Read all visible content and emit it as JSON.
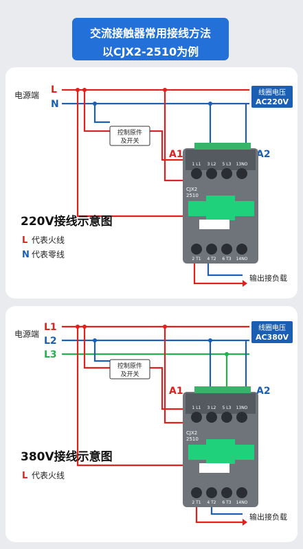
{
  "title": {
    "line1": "交流接触器常用接线方法",
    "line2": "以CJX2-2510为例"
  },
  "panel_220": {
    "source_label": "电源端",
    "line_L": "L",
    "line_N": "N",
    "coil_voltage_label": "线圈电压",
    "coil_voltage_value": "AC220V",
    "control_label_1": "控制原件",
    "control_label_2": "及开关",
    "a1": "A1",
    "a2": "A2",
    "model_1": "CJX2",
    "model_2": "2510",
    "top_terminals": [
      "1 L1",
      "3 L2",
      "5 L3",
      "13NO"
    ],
    "bottom_terminals": [
      "2 T1",
      "4 T2",
      "6 T3",
      "14NO"
    ],
    "diagram_title": "220V接线示意图",
    "legend_L_key": "L",
    "legend_L_text": "代表火线",
    "legend_N_key": "N",
    "legend_N_text": "代表零线",
    "output_label": "输出接负载"
  },
  "panel_380": {
    "source_label": "电源端",
    "line_L1": "L1",
    "line_L2": "L2",
    "line_L3": "L3",
    "coil_voltage_label": "线圈电压",
    "coil_voltage_value": "AC380V",
    "control_label_1": "控制原件",
    "control_label_2": "及开关",
    "a1": "A1",
    "a2": "A2",
    "model_1": "CJX2",
    "model_2": "2510",
    "top_terminals": [
      "1 L1",
      "3 L2",
      "5 L3",
      "13NO"
    ],
    "bottom_terminals": [
      "2 T1",
      "4 T2",
      "6 T3",
      "14NO"
    ],
    "diagram_title": "380V接线示意图",
    "legend_L_key": "L",
    "legend_L_text": "代表火线",
    "output_label": "输出接负载"
  },
  "colors": {
    "live_red": "#e0201d",
    "neutral_blue": "#1a5fb4",
    "phase3_green": "#22b14c",
    "module_green": "#1fd17a",
    "header_blue": "#2270d8",
    "body_gray": "#6f747a"
  }
}
